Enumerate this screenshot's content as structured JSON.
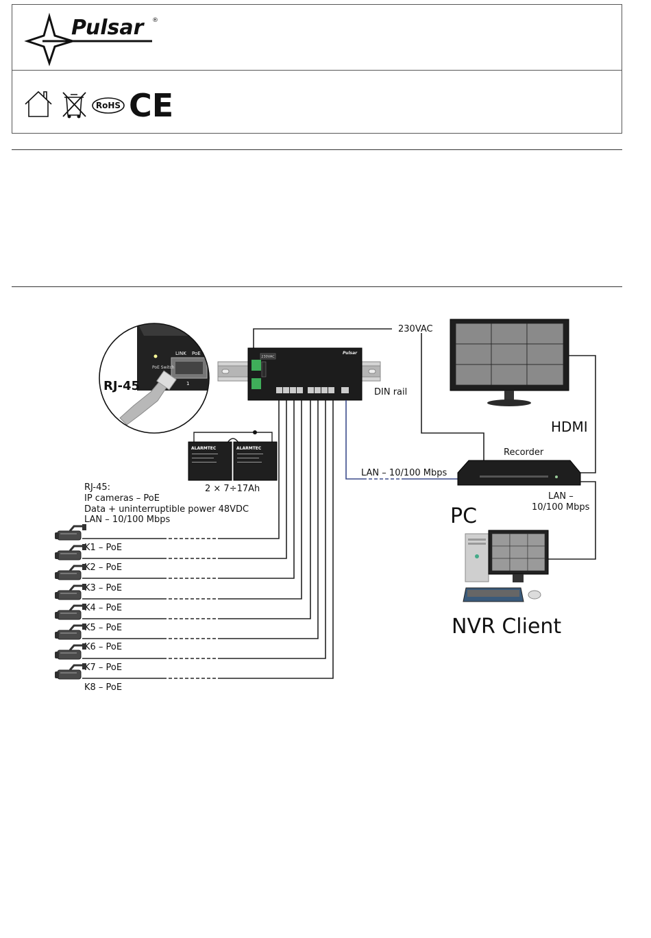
{
  "header": {
    "brand": "Pulsar",
    "registered": "®"
  },
  "marks": {
    "rohs": "RoHS",
    "ce": "CE"
  },
  "diagram": {
    "power_label": "230VAC",
    "din_label": "DIN rail",
    "connector_label": "RJ-45",
    "switch_brand": "Pulsar",
    "switch_tag": "230VAC",
    "inset_link": "LINK",
    "inset_poe": "PoE",
    "inset_switch": "PoE Switch",
    "inset_port": "1",
    "battery_brand": "ALARMTEC",
    "battery_label": "2 × 7÷17Ah",
    "hdmi_label": "HDMI",
    "recorder_label": "Recorder",
    "lan_label": "LAN – 10/100 Mbps",
    "lan2_line1": "LAN –",
    "lan2_line2": "10/100 Mbps",
    "pc_label": "PC",
    "nvr_label": "NVR Client",
    "desc_lines": [
      "RJ-45:",
      "IP cameras – PoE",
      "Data + uninterruptible power 48VDC",
      "LAN – 10/100 Mbps"
    ],
    "cameras": [
      "K1 – PoE",
      "K2 – PoE",
      "K3 – PoE",
      "K4 – PoE",
      "K5 – PoE",
      "K6 – PoE",
      "K7 – PoE",
      "K8 – PoE"
    ]
  },
  "colors": {
    "line": "#222222",
    "lan_line": "#3a4a8a",
    "device": "#1c1c1c",
    "rail": "#bfbfbf",
    "screen": "#5a5a5a",
    "terminal": "#3fae5a"
  }
}
